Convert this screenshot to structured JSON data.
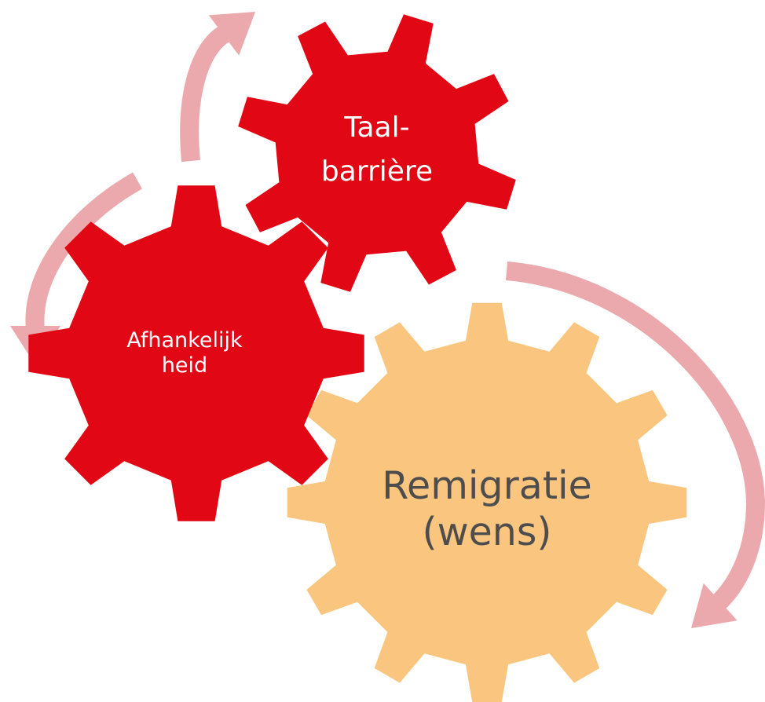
{
  "gears": [
    {
      "id": "taal",
      "lines": [
        "Taal-",
        "barrière"
      ]
    },
    {
      "id": "afhankelijkheid",
      "lines": [
        "Afhankelijk",
        "heid"
      ]
    },
    {
      "id": "remigratie",
      "lines": [
        "Remigratie",
        "(wens)"
      ]
    }
  ],
  "colors": {
    "red_gear": "#e20714",
    "orange_gear": "#fac67f",
    "arrow": "#eba9ad",
    "label_light": "#ffffff",
    "label_dark": "#4d4d4d"
  }
}
